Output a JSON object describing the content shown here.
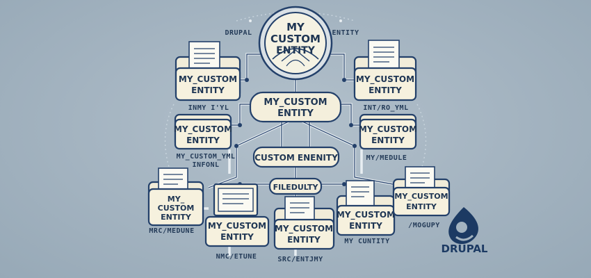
{
  "central": {
    "title_line1": "MY",
    "title_line2": "CUSTOM",
    "title_line3": "ENTITY"
  },
  "hub_label_line1": "MY_CUSTOM",
  "hub_label_line2": "ENTITY",
  "custom_entity_label": "CUSTOM ENENITY",
  "file_duty_label": "FILEDULTY",
  "folders": [
    {
      "id": "left-top",
      "line1": "MY_CUSTOM",
      "line2": "ENTITY"
    },
    {
      "id": "right-top",
      "line1": "MY_CUSTOM",
      "line2": "ENTITY"
    },
    {
      "id": "left-mid",
      "line1": "MY_CUSTOM",
      "line2": "ENTITY"
    },
    {
      "id": "right-mid",
      "line1": "MY_CUSTOM",
      "line2": "ENTITY"
    },
    {
      "id": "far-left",
      "line1": "MY_",
      "line2": "CUSTOM",
      "line3": "ENTITY"
    },
    {
      "id": "laptop",
      "line1": "MY_CUSTOM",
      "line2": "ENTITY"
    },
    {
      "id": "bottom-center",
      "line1": "MY_CUSTOM",
      "line2": "ENTITY"
    },
    {
      "id": "right-bottom",
      "line1": "MY_CUSTOM",
      "line2": "ENTITY"
    },
    {
      "id": "far-right",
      "line1": "MY_CUSTOM",
      "line2": "ENTITY"
    }
  ],
  "captions": {
    "drupal_top": "DRUPAL",
    "entity_top": "ENTITY",
    "inmy_yml": "INMY  I'YL",
    "intro_yml": "INT/RO_YML",
    "custom_yml_1": "MY_CUSTOM_YML",
    "custom_yml_2": "INFONL",
    "my_module": "MY/MEDULE",
    "mrc_medune": "MRC/MEDUNE",
    "mogupy": "/MOGUPY",
    "my_cuntity": "MY CUNTITY",
    "nmc_etune": "NMC/ETUNE",
    "src_entjmy": "SRC/ENTJMY"
  },
  "logo": {
    "name": "DRUPAL",
    "icon": "drupal-drop-icon"
  },
  "colors": {
    "line_dark": "#23406a",
    "paper": "#f6f1de",
    "background": "#a3b3c0"
  }
}
